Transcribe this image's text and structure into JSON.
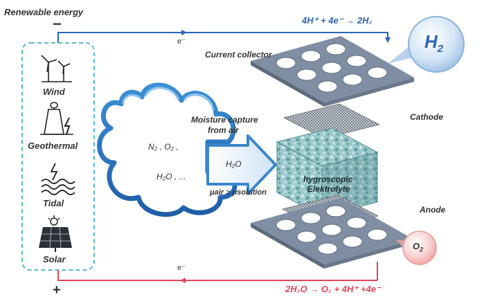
{
  "title": "Renewable energy",
  "polarity": {
    "negative": "−",
    "positive": "+"
  },
  "sources": [
    {
      "label": "Wind",
      "icon": "wind-turbine-icon"
    },
    {
      "label": "Geothermal",
      "icon": "geothermal-icon"
    },
    {
      "label": "Tidal",
      "icon": "tidal-icon"
    },
    {
      "label": "Solar",
      "icon": "solar-panel-icon"
    }
  ],
  "electron_top": "e⁻",
  "electron_bottom": "e⁻",
  "cathode_reaction": "4H⁺ + 4e⁻ → 2H₂",
  "anode_reaction": "2H₂O → O₂ + 4H⁺ +4e⁻",
  "h2_bubble": {
    "main": "H",
    "sub": "2"
  },
  "o2_bubble": {
    "main": "O",
    "sub": "2"
  },
  "labels": {
    "current_collector": "Current collector",
    "cathode": "Cathode",
    "anode": "Anode",
    "moisture_line1": "Moisture capture",
    "moisture_line2": "from air",
    "electrolyte_line1": "hygroscopic",
    "electrolyte_line2": "Elektrolyte"
  },
  "cloud": {
    "line1": "N₂ , O₂ ,",
    "line2": "H₂O , ..."
  },
  "arrow_label": "H₂O",
  "potential": "μair > μsolution",
  "colors": {
    "wire_blue": "#2c64b4",
    "wire_red": "#e0465a",
    "dashed_box": "#5bb8cc",
    "plate": "#8e9cae",
    "electrolyte": "#7fb8bc",
    "h2_bubble": "#bcd6f0",
    "o2_bubble": "#f4b8b8"
  }
}
